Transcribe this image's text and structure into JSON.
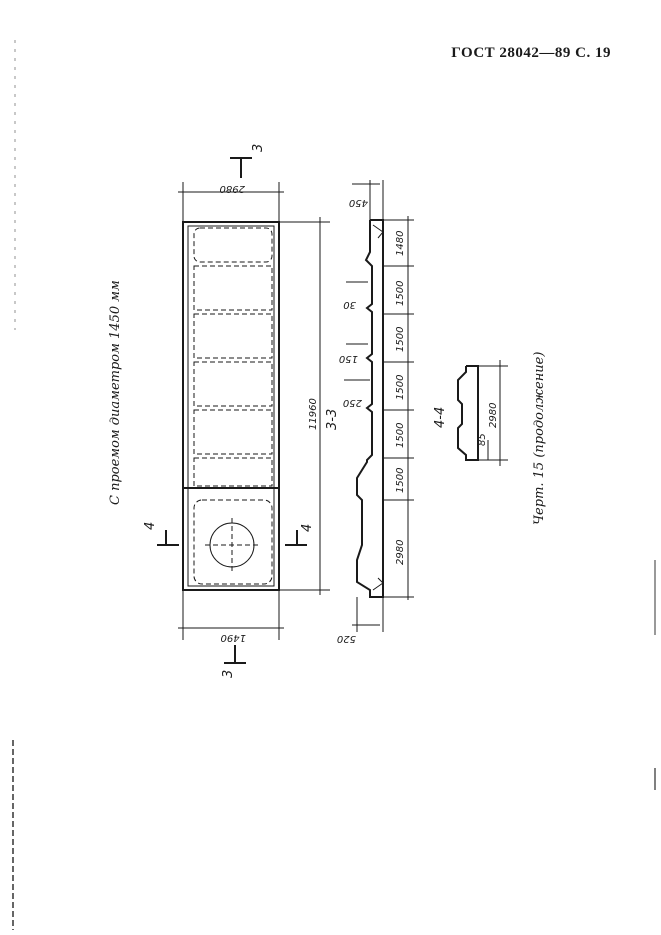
{
  "header": {
    "title": "ГОСТ 28042—89 С. 19"
  },
  "drawing": {
    "title": "С проемом диаметром 1450 мм",
    "figure_caption": "Черт. 15 (продолжение)",
    "plan": {
      "width_dim": "2980",
      "length_dim": "11960",
      "end_dim": "1490",
      "cut_3_label_top": "3",
      "cut_3_label_bottom": "3",
      "cut_4_label_left": "4",
      "cut_4_label_right": "4"
    },
    "section_3_3": {
      "label": "3-3",
      "segments": [
        "1480",
        "1500",
        "1500",
        "1500",
        "1500",
        "1500",
        "2980"
      ],
      "left_dims": [
        "450",
        "30",
        "150",
        "250",
        "520"
      ]
    },
    "section_4_4": {
      "label": "4-4",
      "dims": [
        "2980",
        "85"
      ]
    }
  }
}
